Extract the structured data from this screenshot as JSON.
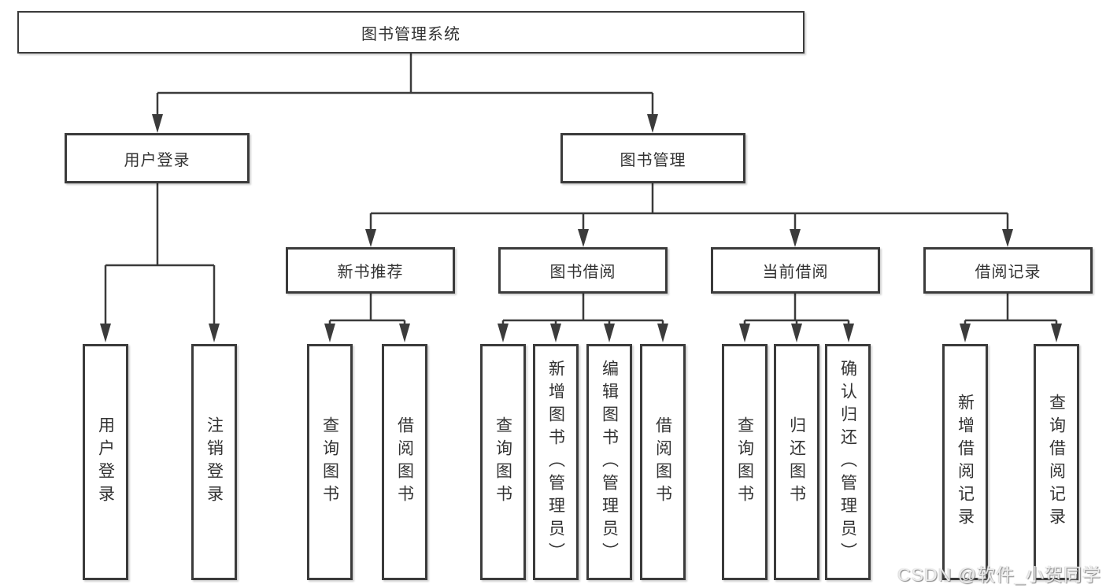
{
  "diagram": {
    "title_node": {
      "label": "图书管理系统"
    },
    "l2": [
      {
        "label": "用户登录"
      },
      {
        "label": "图书管理"
      }
    ],
    "l3": [
      {
        "label": "新书推荐"
      },
      {
        "label": "图书借阅"
      },
      {
        "label": "当前借阅"
      },
      {
        "label": "借阅记录"
      }
    ],
    "leaves": [
      {
        "label": "用户登录"
      },
      {
        "label": "注销登录"
      },
      {
        "label": "查询图书"
      },
      {
        "label": "借阅图书"
      },
      {
        "label": "查询图书"
      },
      {
        "label": "新增图书（管理员）"
      },
      {
        "label": "编辑图书（管理员）"
      },
      {
        "label": "借阅图书"
      },
      {
        "label": "查询图书"
      },
      {
        "label": "归还图书"
      },
      {
        "label": "确认归还（管理员）"
      },
      {
        "label": "新增借阅记录"
      },
      {
        "label": "查询借阅记录"
      }
    ],
    "colors": {
      "line": "#3b3b3b",
      "box_border": "#3b3b3b",
      "text": "#333333",
      "background": "#ffffff",
      "watermark": "#e8e8e8"
    }
  },
  "watermark": {
    "text": "CSDN @软件_小贺同学"
  }
}
